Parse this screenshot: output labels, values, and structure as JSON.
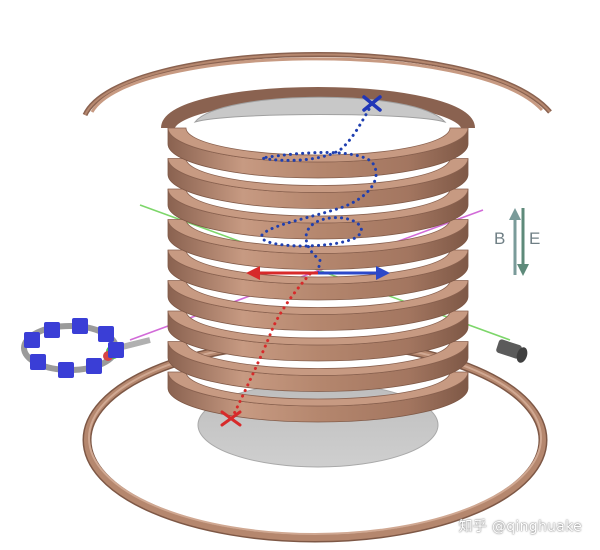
{
  "labels": {
    "magnetic_field": "B",
    "electric_field": "E"
  },
  "watermark": "知乎 @qinghuake",
  "colors": {
    "coil_copper": "#b5876e",
    "coil_copper_light": "#d0a892",
    "coil_copper_dark": "#8a6250",
    "electrode_gray": "#c4c4c4",
    "electron_trajectory": "#1f3fb0",
    "ion_trajectory": "#d72a2a",
    "laser_green": "#7dd66a",
    "laser_magenta": "#d26bd8",
    "field_arrow": "#7a9b9a",
    "magnet_blue": "#3a3ed6"
  },
  "icons": {
    "start_marker": "blue-x-marker",
    "end_marker": "red-x-marker",
    "detector": "cylinder-detector",
    "magnet_ring": "blue-magnet-ring"
  },
  "coil_ring_count": 9
}
